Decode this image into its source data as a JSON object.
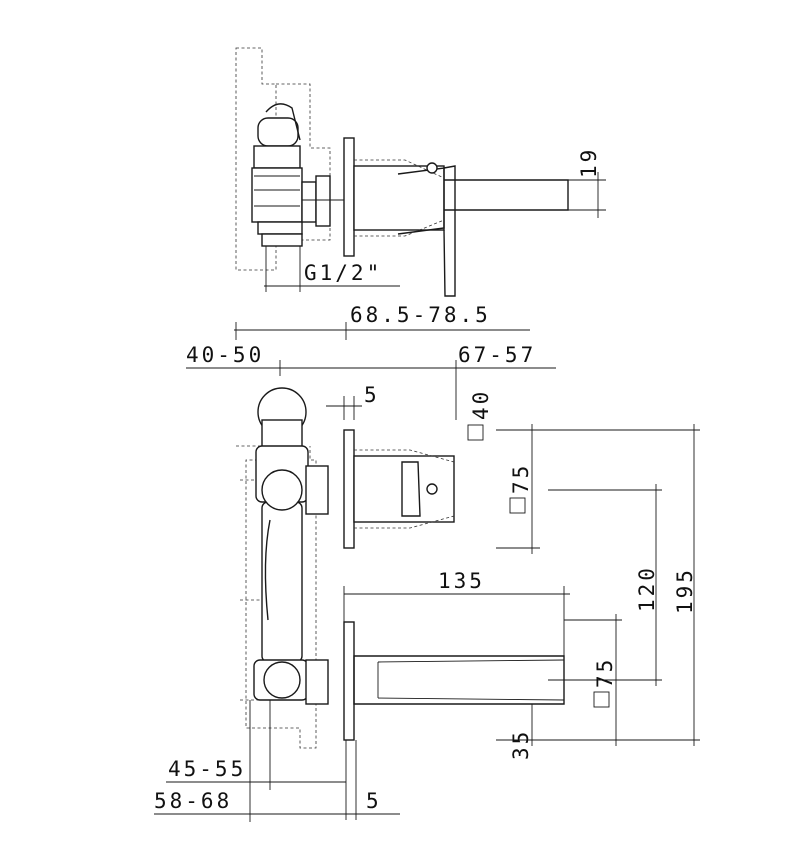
{
  "dimensions": {
    "pipe_thread": "G1/2\"",
    "spout_thickness": "19",
    "total_depth": "68.5-78.5",
    "wall_depth": "40-50",
    "projection_top": "67-57",
    "plate_thickness_top": "5",
    "handle_square": "40",
    "plate_square_top": "75",
    "spout_length": "135",
    "plate_square_bottom": "75",
    "center_distance": "120",
    "overall_height": "195",
    "spout_offset": "35",
    "wall_depth_bottom": "45-55",
    "total_depth_bottom": "58-68",
    "plate_thickness_bottom": "5"
  },
  "symbols": {
    "square_symbol": "square-icon"
  }
}
